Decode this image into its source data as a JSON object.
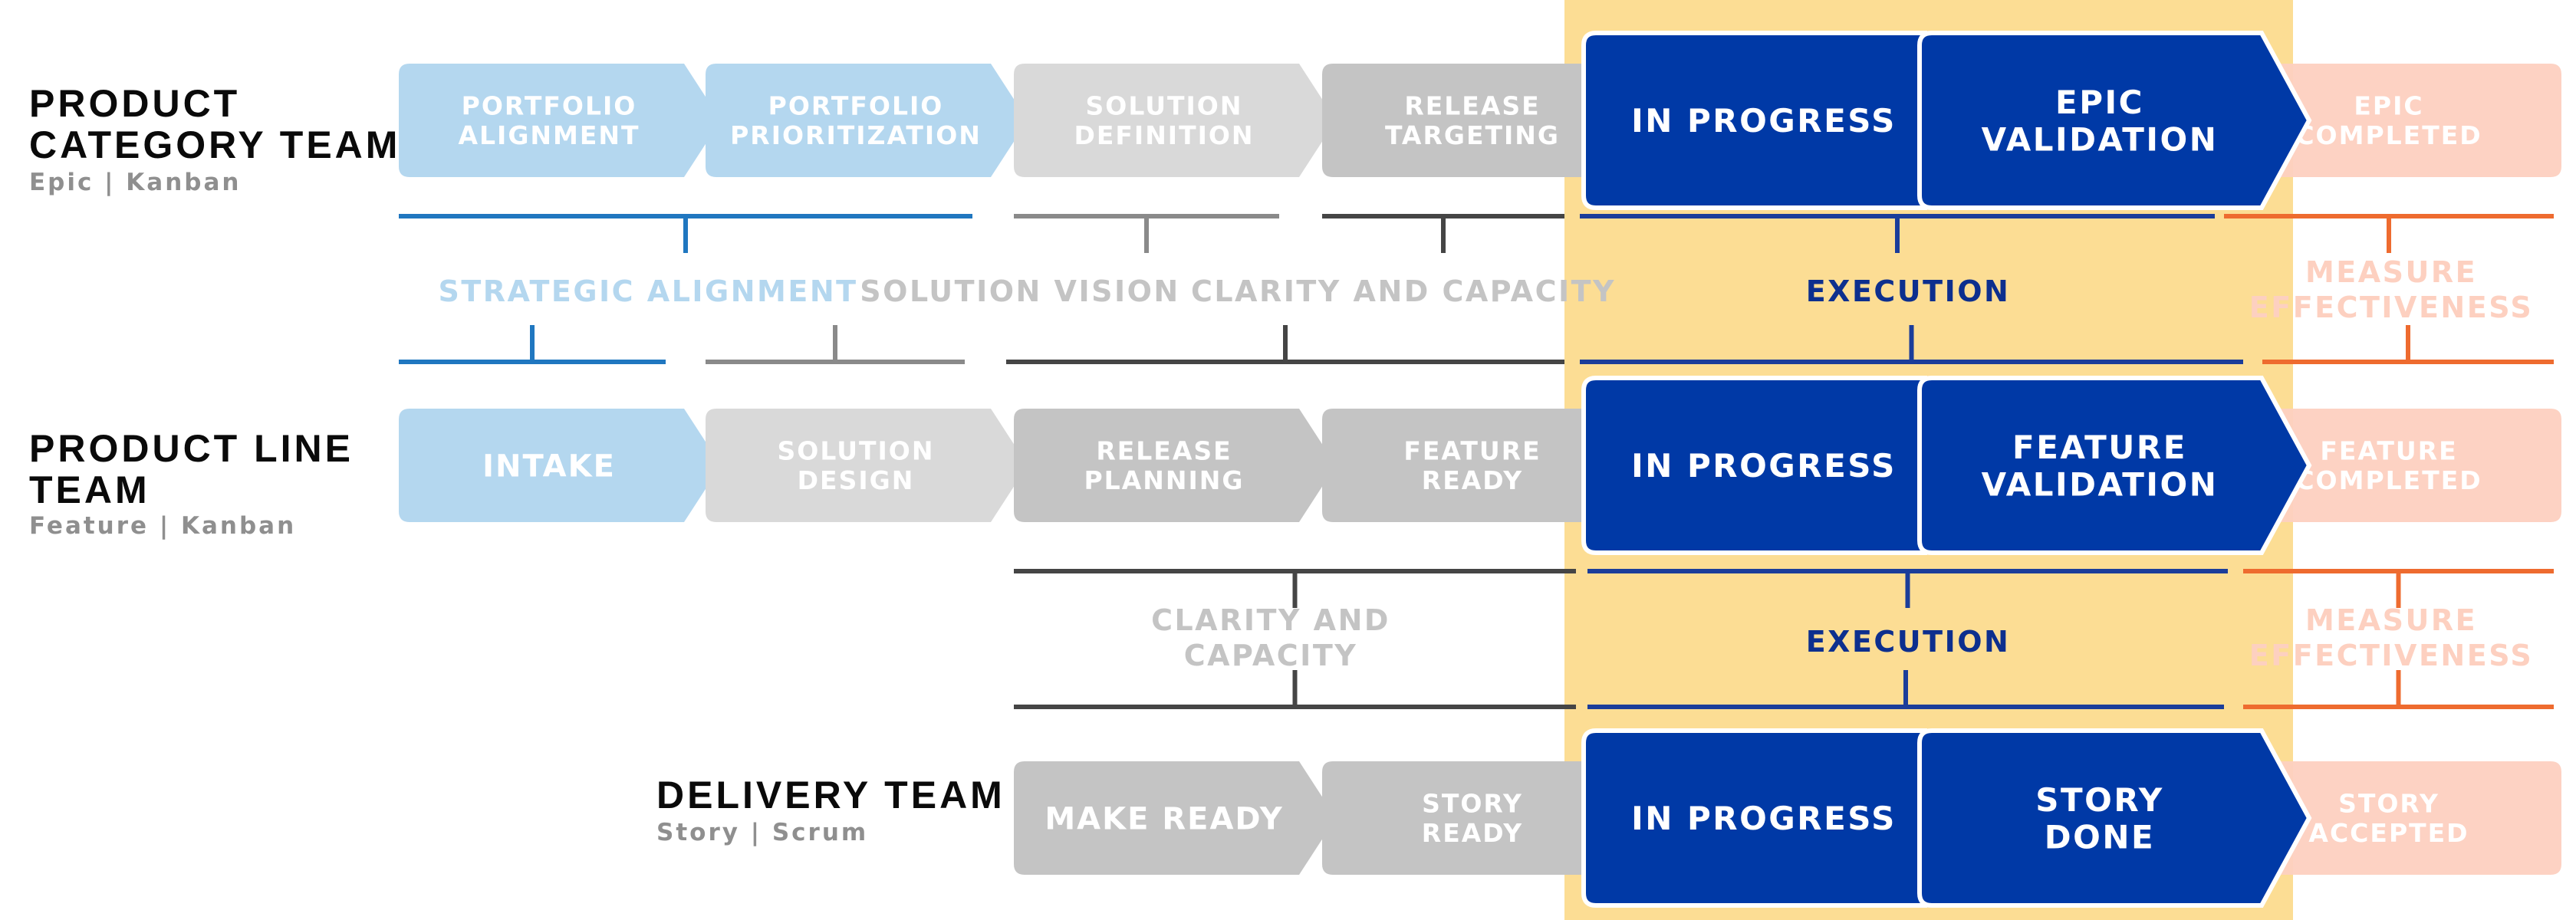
{
  "teams": {
    "category": {
      "title_line1": "PRODUCT",
      "title_line2": "CATEGORY TEAM",
      "subtitle": "Epic | Kanban"
    },
    "line": {
      "title_line1": "PRODUCT LINE",
      "title_line2": "TEAM",
      "subtitle": "Feature | Kanban"
    },
    "delivery": {
      "title_line1": "DELIVERY TEAM",
      "subtitle": "Story | Scrum"
    }
  },
  "colors": {
    "light_blue": "#b4d7ef",
    "gray_light": "#d9d9d9",
    "gray_mid": "#c4c4c4",
    "navy": "#0039a6",
    "peach": "#fdd0c0",
    "highlight": "#fcdd94",
    "bracket_blue": "#2077c0",
    "bracket_gray": "#8a8a8a",
    "bracket_dark": "#454545",
    "bracket_navy": "#1b3d9a",
    "bracket_orange": "#ee6b2f",
    "text_light_blue": "#b4d7ef",
    "text_gray": "#c4c4c4",
    "text_peach": "#fdd0c0",
    "text_navy": "#0d2f8e"
  },
  "rows": {
    "epic": [
      {
        "line1": "PORTFOLIO",
        "line2": "ALIGNMENT",
        "style": "light_blue"
      },
      {
        "line1": "PORTFOLIO",
        "line2": "PRIORITIZATION",
        "style": "light_blue"
      },
      {
        "line1": "SOLUTION",
        "line2": "DEFINITION",
        "style": "gray_light"
      },
      {
        "line1": "RELEASE",
        "line2": "TARGETING",
        "style": "gray_mid"
      },
      {
        "line1": "IN PROGRESS",
        "line2": "",
        "style": "navy"
      },
      {
        "line1": "EPIC",
        "line2": "VALIDATION",
        "style": "navy"
      },
      {
        "line1": "EPIC",
        "line2": "COMPLETED",
        "style": "peach"
      }
    ],
    "feature": [
      {
        "line1": "INTAKE",
        "line2": "",
        "style": "light_blue"
      },
      {
        "line1": "SOLUTION",
        "line2": "DESIGN",
        "style": "gray_light"
      },
      {
        "line1": "RELEASE",
        "line2": "PLANNING",
        "style": "gray_mid"
      },
      {
        "line1": "FEATURE",
        "line2": "READY",
        "style": "gray_mid"
      },
      {
        "line1": "IN PROGRESS",
        "line2": "",
        "style": "navy"
      },
      {
        "line1": "FEATURE",
        "line2": "VALIDATION",
        "style": "navy"
      },
      {
        "line1": "FEATURE",
        "line2": "COMPLETED",
        "style": "peach"
      }
    ],
    "story": [
      {
        "line1": "MAKE READY",
        "line2": "",
        "style": "gray_mid"
      },
      {
        "line1": "STORY",
        "line2": "READY",
        "style": "gray_mid"
      },
      {
        "line1": "IN PROGRESS",
        "line2": "",
        "style": "navy"
      },
      {
        "line1": "STORY",
        "line2": "DONE",
        "style": "navy"
      },
      {
        "line1": "STORY",
        "line2": "ACCEPTED",
        "style": "peach"
      }
    ]
  },
  "groups": {
    "band1": [
      {
        "line1": "STRATEGIC ALIGNMENT",
        "line2": "",
        "color": "text_light_blue"
      },
      {
        "line1": "SOLUTION VISION",
        "line2": "",
        "color": "text_gray"
      },
      {
        "line1": "CLARITY AND CAPACITY",
        "line2": "",
        "color": "text_gray"
      },
      {
        "line1": "EXECUTION",
        "line2": "",
        "color": "text_navy"
      },
      {
        "line1": "MEASURE",
        "line2": "EFFECTIVENESS",
        "color": "text_peach"
      }
    ],
    "band2": [
      {
        "line1": "CLARITY AND",
        "line2": "CAPACITY",
        "color": "text_gray"
      },
      {
        "line1": "EXECUTION",
        "line2": "",
        "color": "text_navy"
      },
      {
        "line1": "MEASURE",
        "line2": "EFFECTIVENESS",
        "color": "text_peach"
      }
    ]
  }
}
